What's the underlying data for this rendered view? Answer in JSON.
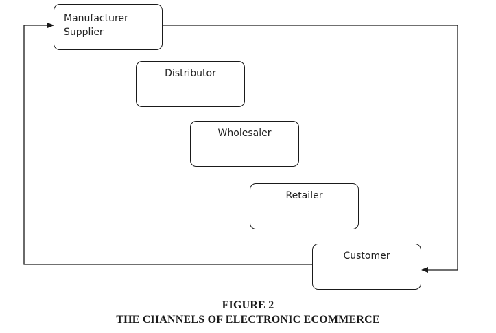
{
  "diagram": {
    "nodes": [
      {
        "id": "manufacturer",
        "lines": [
          "Manufacturer",
          "Supplier"
        ]
      },
      {
        "id": "distributor",
        "lines": [
          "Distributor"
        ]
      },
      {
        "id": "wholesaler",
        "lines": [
          "Wholesaler"
        ]
      },
      {
        "id": "retailer",
        "lines": [
          "Retailer"
        ]
      },
      {
        "id": "customer",
        "lines": [
          "Customer"
        ]
      }
    ],
    "edges": [
      {
        "from": "manufacturer",
        "to": "customer"
      },
      {
        "from": "customer",
        "to": "manufacturer"
      }
    ],
    "line_color": "#1a1a1a"
  },
  "caption": {
    "figure_label": "FIGURE 2",
    "figure_title": "THE CHANNELS OF ELECTRONIC ECOMMERCE"
  }
}
